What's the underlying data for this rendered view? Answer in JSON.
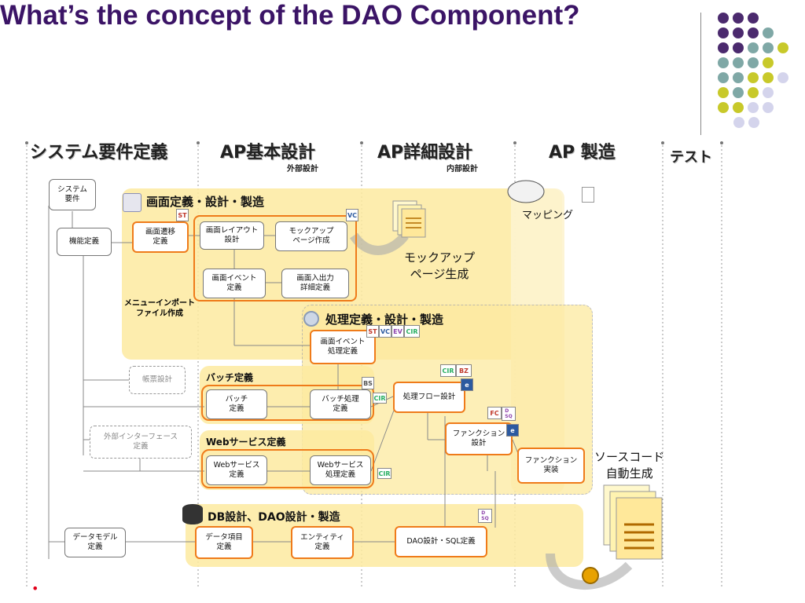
{
  "title": "What’s the concept of the DAO Component?",
  "phases": {
    "system": "システム要件定義",
    "basic": "AP基本設計",
    "basic_sub": "外部設計",
    "detail": "AP詳細設計",
    "detail_sub": "内部設計",
    "build": "AP 製造",
    "test": "テスト"
  },
  "sections": {
    "screen": "画面定義・設計・製造",
    "process": "処理定義・設計・製造",
    "batch": "バッチ定義",
    "web": "Webサービス定義",
    "db": "DB設計、DAO設計・製造",
    "menu_import": "メニューインポート\nファイル作成"
  },
  "boxes": {
    "system_req": "システム\n要件",
    "func_def": "機能定義",
    "screen_trans": "画面遷移\n定義",
    "screen_layout": "画面レイアウト\n設計",
    "mockup_make": "モックアップ\nページ作成",
    "screen_event": "画面イベント\n定義",
    "screen_io": "画面入出力\n詳細定義",
    "event_proc": "画面イベント\n処理定義",
    "report": "帳票設計",
    "ext_if": "外部インターフェース\n定義",
    "batch": "バッチ\n定義",
    "batch_proc": "バッチ処理\n定義",
    "flow": "処理フロー設計",
    "function_design": "ファンクション\n設計",
    "function_impl": "ファンクション\n実装",
    "web": "Webサービス\n定義",
    "web_proc": "Webサービス\n処理定義",
    "data_model": "データモデル\n定義",
    "data_item": "データ項目\n定義",
    "entity": "エンティティ\n定義",
    "dao_sql": "DAO設計・SQL定義"
  },
  "callouts": {
    "mapping": "マッピング",
    "mock_gen": "モックアップ\nページ生成",
    "source_gen": "ソースコード\n自動生成"
  },
  "badges": [
    "ST",
    "VC",
    "EV",
    "CIR",
    "BS",
    "BZ",
    "e",
    "FC",
    "D\nSQ"
  ],
  "colors": {
    "title": "#3b1466",
    "highlight": "#ef7b1a",
    "zone": "#fdeaa0",
    "purple_dot": "#4b2a6e",
    "teal_dot": "#7fa8a6",
    "lime_dot": "#c8c92a",
    "lavender_dot": "#d4d4ec"
  },
  "footer_bullet": "•"
}
